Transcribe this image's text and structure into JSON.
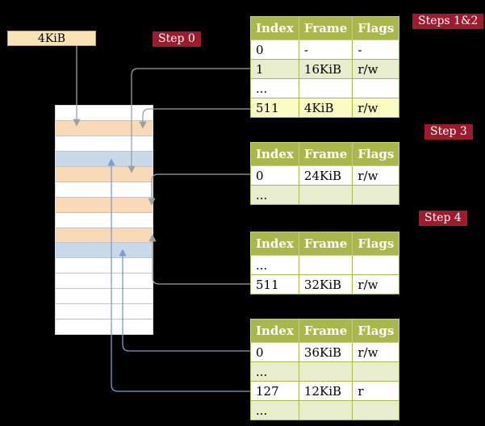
{
  "colors": {
    "background": "#000000",
    "badge_bg": "#9e1b2f",
    "badge_text": "#ffffff",
    "table_header_bg": "#a9b84a",
    "table_header_text": "#ffffff",
    "row_white": "#ffffff",
    "row_green": "#e7edcd",
    "row_yellow": "#fbfcc1",
    "frame_white": "#ffffff",
    "frame_peach": "#f8dab9",
    "frame_blue": "#c9d9ea",
    "pointer_box_bg": "#f7e3b5",
    "arrow_gray": "#9aa0a6",
    "arrow_blue": "#7e9cc9"
  },
  "pointer_box": {
    "label": "4KiB"
  },
  "badges": [
    {
      "id": "step0",
      "label": "Step 0"
    },
    {
      "id": "steps12",
      "label": "Steps 1&2"
    },
    {
      "id": "step3",
      "label": "Step 3"
    },
    {
      "id": "step4",
      "label": "Step 4"
    }
  ],
  "memory": {
    "frames": [
      "white",
      "peach",
      "white",
      "blue",
      "peach",
      "white",
      "peach",
      "white",
      "peach",
      "blue",
      "white",
      "white",
      "white",
      "white",
      "white"
    ]
  },
  "tables": [
    {
      "name": "level4",
      "headers": [
        "Index",
        "Frame",
        "Flags"
      ],
      "rows": [
        {
          "cells": [
            "0",
            "-",
            "-"
          ],
          "bg": "white"
        },
        {
          "cells": [
            "1",
            "16KiB",
            "r/w"
          ],
          "bg": "green"
        },
        {
          "cells": [
            "...",
            "",
            ""
          ],
          "bg": "white"
        },
        {
          "cells": [
            "511",
            "4KiB",
            "r/w"
          ],
          "bg": "yellow"
        }
      ]
    },
    {
      "name": "level3",
      "headers": [
        "Index",
        "Frame",
        "Flags"
      ],
      "rows": [
        {
          "cells": [
            "0",
            "24KiB",
            "r/w"
          ],
          "bg": "white"
        },
        {
          "cells": [
            "...",
            "",
            ""
          ],
          "bg": "green"
        }
      ]
    },
    {
      "name": "level2",
      "headers": [
        "Index",
        "Frame",
        "Flags"
      ],
      "rows": [
        {
          "cells": [
            "...",
            "",
            ""
          ],
          "bg": "white"
        },
        {
          "cells": [
            "511",
            "32KiB",
            "r/w"
          ],
          "bg": "white"
        }
      ]
    },
    {
      "name": "level1",
      "headers": [
        "Index",
        "Frame",
        "Flags"
      ],
      "rows": [
        {
          "cells": [
            "0",
            "36KiB",
            "r/w"
          ],
          "bg": "white"
        },
        {
          "cells": [
            "...",
            "",
            ""
          ],
          "bg": "green"
        },
        {
          "cells": [
            "127",
            "12KiB",
            "r"
          ],
          "bg": "white"
        },
        {
          "cells": [
            "...",
            "",
            ""
          ],
          "bg": "green"
        }
      ]
    }
  ]
}
